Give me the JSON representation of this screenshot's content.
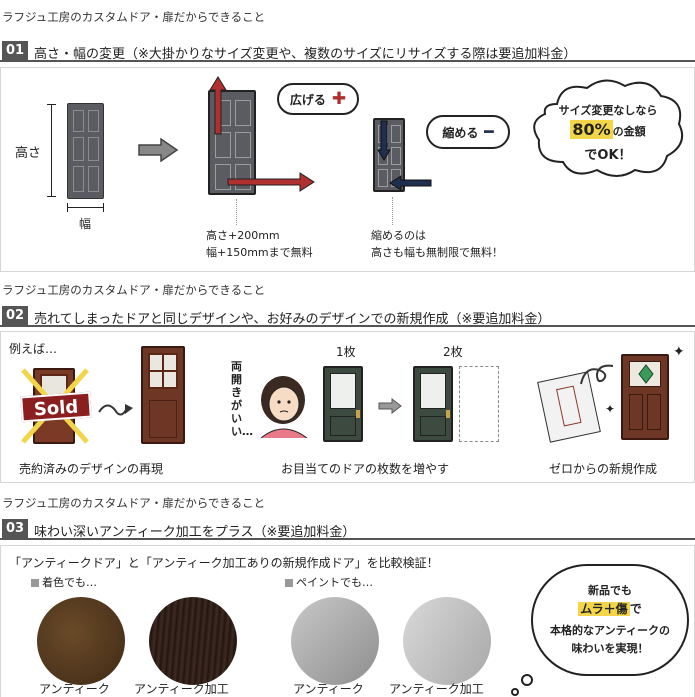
{
  "sections": [
    {
      "kicker": "ラフジュ工房のカスタムドア・扉だからできること",
      "num": "01",
      "title": "高さ・幅の変更（※大掛かりなサイズ変更や、複数のサイズにリサイズする際は要追加料金）",
      "height_label": "高さ",
      "width_label": "幅",
      "expand_bubble": "広げる",
      "shrink_bubble": "縮める",
      "expand_note_1": "高さ+200mm",
      "expand_note_2": "幅+150mmまで無料",
      "shrink_note_1": "縮めるのは",
      "shrink_note_2": "高さも幅も無制限で無料！",
      "cloud_line_1": "サイズ変更なしなら",
      "cloud_line_2_pct": "80%",
      "cloud_line_2_rest": "の金額",
      "cloud_line_3": "でOK！"
    },
    {
      "kicker": "ラフジュ工房のカスタムドア・扉だからできること",
      "num": "02",
      "title": "売れてしまったドアと同じデザインや、お好みのデザインでの新規作成（※要追加料金）",
      "example_label": "例えば…",
      "sold_text": "Sold",
      "caption_reproduce": "売約済みのデザインの再現",
      "vertical_text": "両開きがいい…",
      "one_label": "1枚",
      "two_label": "2枚",
      "caption_increase": "お目当てのドアの枚数を増やす",
      "caption_new": "ゼロからの新規作成"
    },
    {
      "kicker": "ラフジュ工房のカスタムドア・扉だからできること",
      "num": "03",
      "title": "味わい深いアンティーク加工をプラス（※要追加料金）",
      "compare_text": "「アンティークドア」と「アンティーク加工ありの新規作成ドア」を比較検証！",
      "stain_label": "着色でも…",
      "paint_label": "ペイントでも…",
      "swatch_labels": [
        "アンティーク",
        "アンティーク加工",
        "アンティーク",
        "アンティーク加工"
      ],
      "bubble_line_1": "新品でも",
      "bubble_line_2": "ムラ＋傷",
      "bubble_line_2_rest": "で",
      "bubble_line_3": "本格的なアンティークの",
      "bubble_line_4": "味わいを実現！"
    }
  ],
  "colors": {
    "header_bg": "#555555",
    "arrow_red": "#b03030",
    "arrow_navy": "#1f2f4f",
    "door_gray": "#585a60",
    "highlight_yellow": "#f3d54a"
  }
}
